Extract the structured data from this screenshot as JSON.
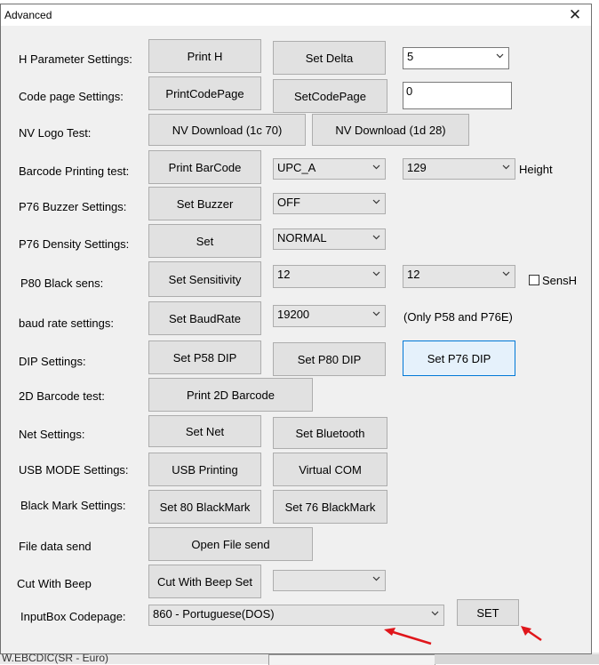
{
  "background": {
    "text": "W.EBCDIC(SR - Euro)"
  },
  "window": {
    "title": "Advanced",
    "close_glyph": "✕"
  },
  "labels": {
    "h_param": "H Parameter Settings:",
    "code_page": "Code page Settings:",
    "nv_logo": "NV Logo Test:",
    "barcode": "Barcode Printing test:",
    "buzzer": "P76 Buzzer Settings:",
    "density": "P76 Density Settings:",
    "black_sens": "P80 Black sens:",
    "baud": "baud rate settings:",
    "dip": "DIP Settings:",
    "barcode2d": "2D Barcode test:",
    "net": "Net Settings:",
    "usb": "USB MODE Settings:",
    "black_mark": "Black Mark Settings:",
    "file_send": "File data send",
    "cut_beep": "Cut With Beep",
    "inputbox": "InputBox Codepage:",
    "height": "Height",
    "baud_note": "(Only P58 and P76E)",
    "sensh": "SensH"
  },
  "buttons": {
    "print_h": "Print H",
    "set_delta": "Set Delta",
    "print_codepage": "PrintCodePage",
    "set_codepage": "SetCodePage",
    "nv_1c70": "NV Download (1c 70)",
    "nv_1d28": "NV Download (1d 28)",
    "print_barcode": "Print BarCode",
    "set_buzzer": "Set Buzzer",
    "set_density": "Set",
    "set_sensitivity": "Set Sensitivity",
    "set_baudrate": "Set BaudRate",
    "set_p58_dip": "Set P58 DIP",
    "set_p80_dip": "Set P80 DIP",
    "set_p76_dip": "Set P76 DIP",
    "print_2d": "Print 2D Barcode",
    "set_net": "Set Net",
    "set_bluetooth": "Set Bluetooth",
    "usb_printing": "USB Printing",
    "virtual_com": "Virtual COM",
    "set_80_bm": "Set 80 BlackMark",
    "set_76_bm": "Set 76 BlackMark",
    "open_file": "Open File send",
    "cut_beep_set": "Cut With Beep Set",
    "set": "SET"
  },
  "fields": {
    "delta_value": "5",
    "codepage_value": "0",
    "barcode_type": "UPC_A",
    "barcode_height": "129",
    "buzzer": "OFF",
    "density": "NORMAL",
    "black_sens_1": "12",
    "black_sens_2": "12",
    "baud": "19200",
    "cut_beep": "",
    "inputbox_codepage": "860 - Portuguese(DOS)"
  },
  "colors": {
    "annotation_arrow": "#e0161b",
    "focus_border": "#0078d7"
  }
}
